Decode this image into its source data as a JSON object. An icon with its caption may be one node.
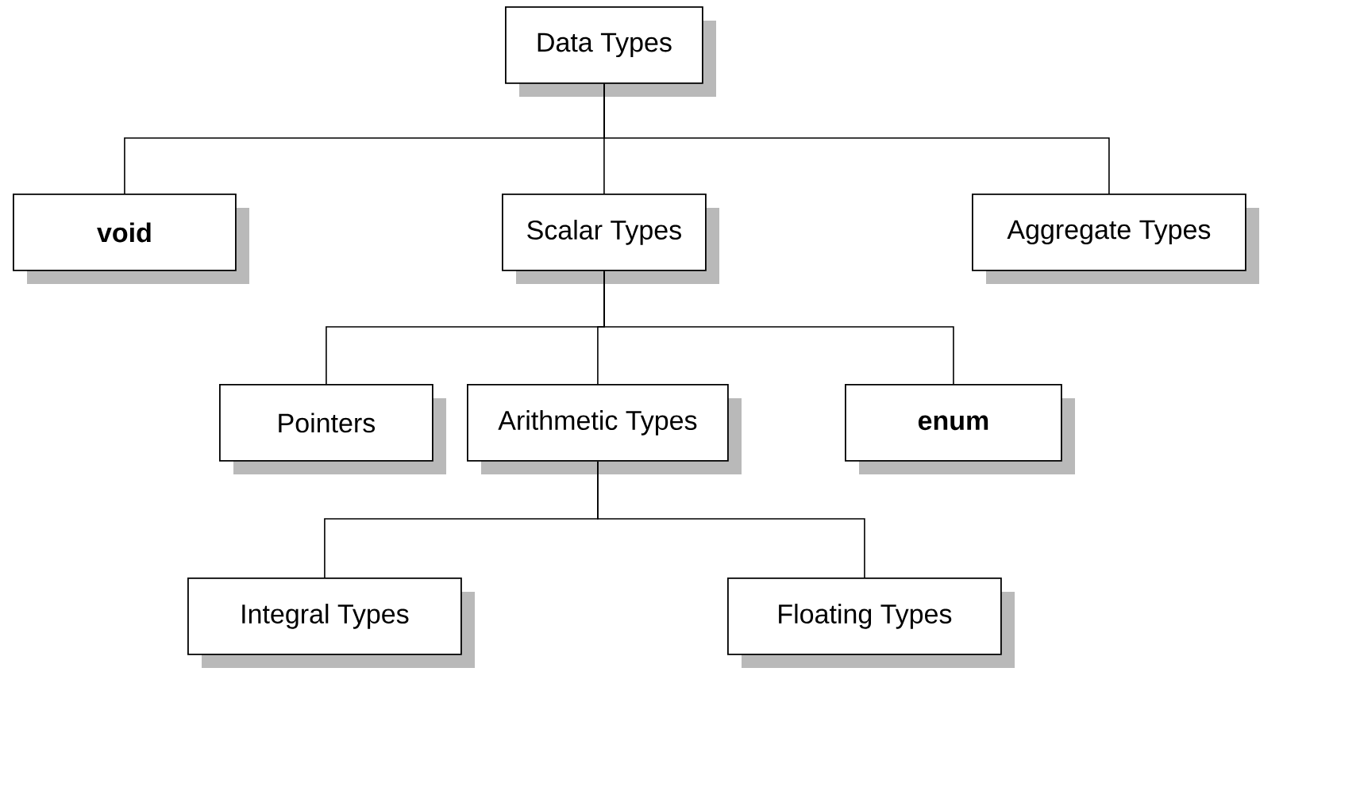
{
  "diagram": {
    "nodes": [
      {
        "text": [
          "Data Types"
        ]
      },
      {
        "text": [
          "void"
        ]
      },
      {
        "text": [
          "Scalar Types"
        ]
      },
      {
        "text": [
          "Aggregate Types"
        ]
      },
      {
        "text": [
          "Pointers"
        ]
      },
      {
        "text": [
          "Arithmetic Types"
        ]
      },
      {
        "text": [
          "enum"
        ]
      },
      {
        "text": [
          "Integral Types"
        ]
      },
      {
        "text": [
          "Floating Types"
        ]
      }
    ],
    "edges": [
      {
        "from": 0,
        "to": 1,
        "arrow": "none"
      },
      {
        "from": 0,
        "to": 2,
        "arrow": "none"
      },
      {
        "from": 0,
        "to": 3,
        "arrow": "none"
      },
      {
        "from": 2,
        "to": 4,
        "arrow": "none"
      },
      {
        "from": 2,
        "to": 5,
        "arrow": "none"
      },
      {
        "from": 2,
        "to": 6,
        "arrow": "none"
      },
      {
        "from": 5,
        "to": 7,
        "arrow": "none"
      },
      {
        "from": 5,
        "to": 8,
        "arrow": "none"
      }
    ]
  }
}
